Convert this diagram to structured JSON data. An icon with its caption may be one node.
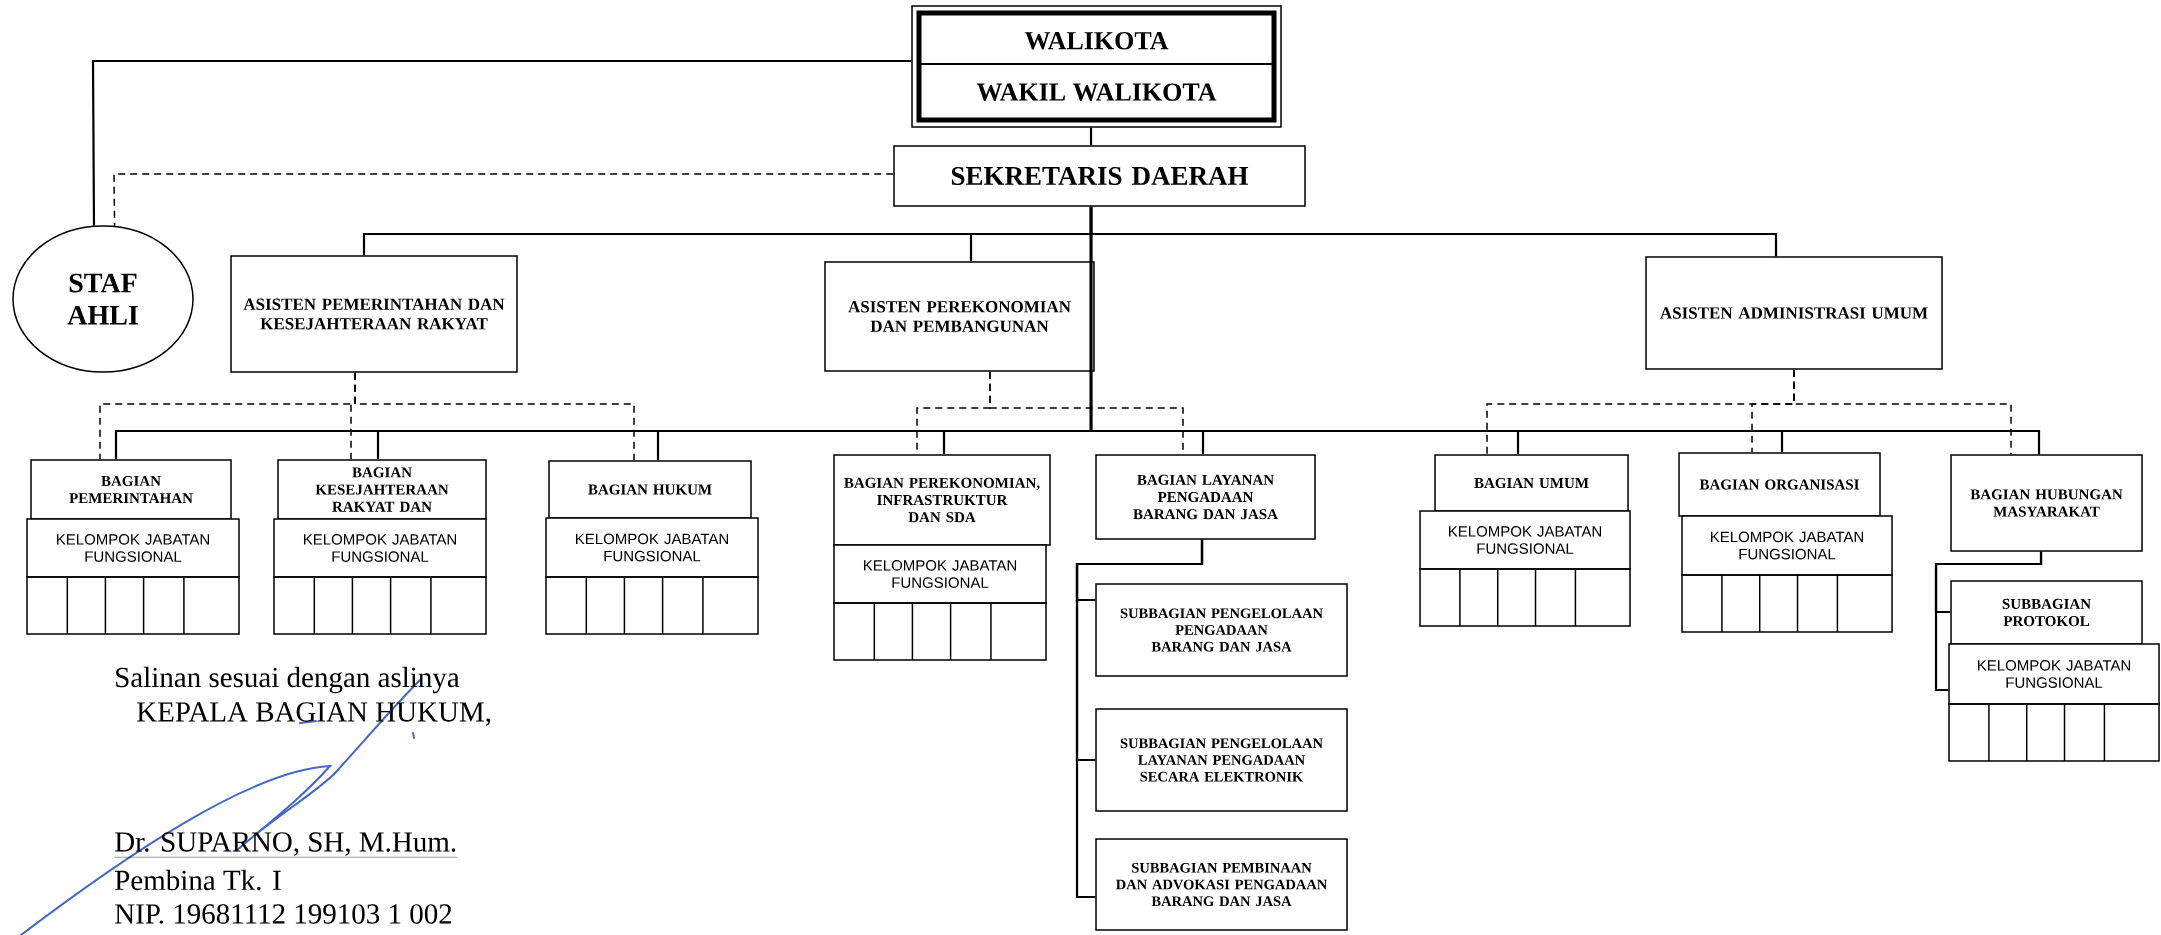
{
  "diagram": {
    "nodes": [
      {
        "text": [
          "WALIKOTA",
          "WAKIL WALIKOTA"
        ]
      },
      {
        "text": [
          "SEKRETARIS DAERAH"
        ]
      },
      {
        "text": [
          "STAF AHLI"
        ]
      },
      {
        "text": [
          "ASISTEN PEMERINTAHAN DAN KESEJAHTERAAN RAKYAT"
        ]
      },
      {
        "text": [
          "ASISTEN PEREKONOMIAN DAN PEMBANGUNAN"
        ]
      },
      {
        "text": [
          "ASISTEN ADMINISTRASI UMUM"
        ]
      },
      {
        "text": [
          "BAGIAN PEMERINTAHAN"
        ]
      },
      {
        "text": [
          "KELOMPOK JABATAN FUNGSIONAL"
        ]
      },
      {
        "text": [
          "BAGIAN KESEJAHTERAAN RAKYAT DAN"
        ]
      },
      {
        "text": [
          "KELOMPOK JABATAN FUNGSIONAL"
        ]
      },
      {
        "text": [
          "BAGIAN HUKUM"
        ]
      },
      {
        "text": [
          "KELOMPOK JABATAN FUNGSIONAL"
        ]
      },
      {
        "text": [
          "BAGIAN PEREKONOMIAN, INFRASTRUKTUR DAN SDA"
        ]
      },
      {
        "text": [
          "KELOMPOK JABATAN FUNGSIONAL"
        ]
      },
      {
        "text": [
          "BAGIAN LAYANAN PENGADAAN BARANG DAN JASA"
        ]
      },
      {
        "text": [
          "BAGIAN UMUM"
        ]
      },
      {
        "text": [
          "KELOMPOK JABATAN FUNGSIONAL"
        ]
      },
      {
        "text": [
          "BAGIAN ORGANISASI"
        ]
      },
      {
        "text": [
          "KELOMPOK JABATAN FUNGSIONAL"
        ]
      },
      {
        "text": [
          "BAGIAN HUBUNGAN MASYARAKAT"
        ]
      },
      {
        "text": [
          "SUBBAGIAN PROTOKOL"
        ]
      },
      {
        "text": [
          "KELOMPOK JABATAN FUNGSIONAL"
        ]
      },
      {
        "text": [
          "SUBBAGIAN PENGELOLAAN PENGADAAN BARANG DAN JASA"
        ]
      },
      {
        "text": [
          "SUBBAGIAN PENGELOLAAN LAYANAN PENGADAAN SECARA ELEKTRONIK"
        ]
      },
      {
        "text": [
          "SUBBAGIAN PEMBINAAN DAN ADVOKASI PENGADAAN BARANG DAN JASA"
        ]
      }
    ],
    "edges": [
      {
        "from": 0,
        "to": 1,
        "arrow": "none"
      },
      {
        "from": 0,
        "to": 2,
        "arrow": "none"
      },
      {
        "from": 1,
        "to": 2,
        "arrow": "none",
        "style": "dashed"
      },
      {
        "from": 1,
        "to": 3,
        "arrow": "none"
      },
      {
        "from": 1,
        "to": 4,
        "arrow": "none"
      },
      {
        "from": 1,
        "to": 5,
        "arrow": "none"
      },
      {
        "from": 1,
        "to": 6,
        "arrow": "none"
      },
      {
        "from": 1,
        "to": 8,
        "arrow": "none"
      },
      {
        "from": 1,
        "to": 10,
        "arrow": "none"
      },
      {
        "from": 1,
        "to": 12,
        "arrow": "none"
      },
      {
        "from": 1,
        "to": 14,
        "arrow": "none"
      },
      {
        "from": 1,
        "to": 15,
        "arrow": "none"
      },
      {
        "from": 1,
        "to": 17,
        "arrow": "none"
      },
      {
        "from": 1,
        "to": 19,
        "arrow": "none"
      },
      {
        "from": 3,
        "to": 6,
        "arrow": "none",
        "style": "dashed"
      },
      {
        "from": 3,
        "to": 8,
        "arrow": "none",
        "style": "dashed"
      },
      {
        "from": 3,
        "to": 10,
        "arrow": "none",
        "style": "dashed"
      },
      {
        "from": 4,
        "to": 12,
        "arrow": "none",
        "style": "dashed"
      },
      {
        "from": 4,
        "to": 14,
        "arrow": "none",
        "style": "dashed"
      },
      {
        "from": 5,
        "to": 15,
        "arrow": "none",
        "style": "dashed"
      },
      {
        "from": 5,
        "to": 17,
        "arrow": "none",
        "style": "dashed"
      },
      {
        "from": 5,
        "to": 19,
        "arrow": "none",
        "style": "dashed"
      },
      {
        "from": 14,
        "to": 22,
        "arrow": "none"
      },
      {
        "from": 14,
        "to": 23,
        "arrow": "none"
      },
      {
        "from": 14,
        "to": 24,
        "arrow": "none"
      },
      {
        "from": 19,
        "to": 20,
        "arrow": "none"
      },
      {
        "from": 19,
        "to": 21,
        "arrow": "none"
      }
    ],
    "labels": [
      "Salinan sesuai dengan aslinya",
      "KEPALA BAGIAN HUKUM,",
      "Dr. SUPARNO, SH, M.Hum.",
      "Pembina Tk. I",
      "NIP. 19681112 199103 1 002"
    ]
  }
}
